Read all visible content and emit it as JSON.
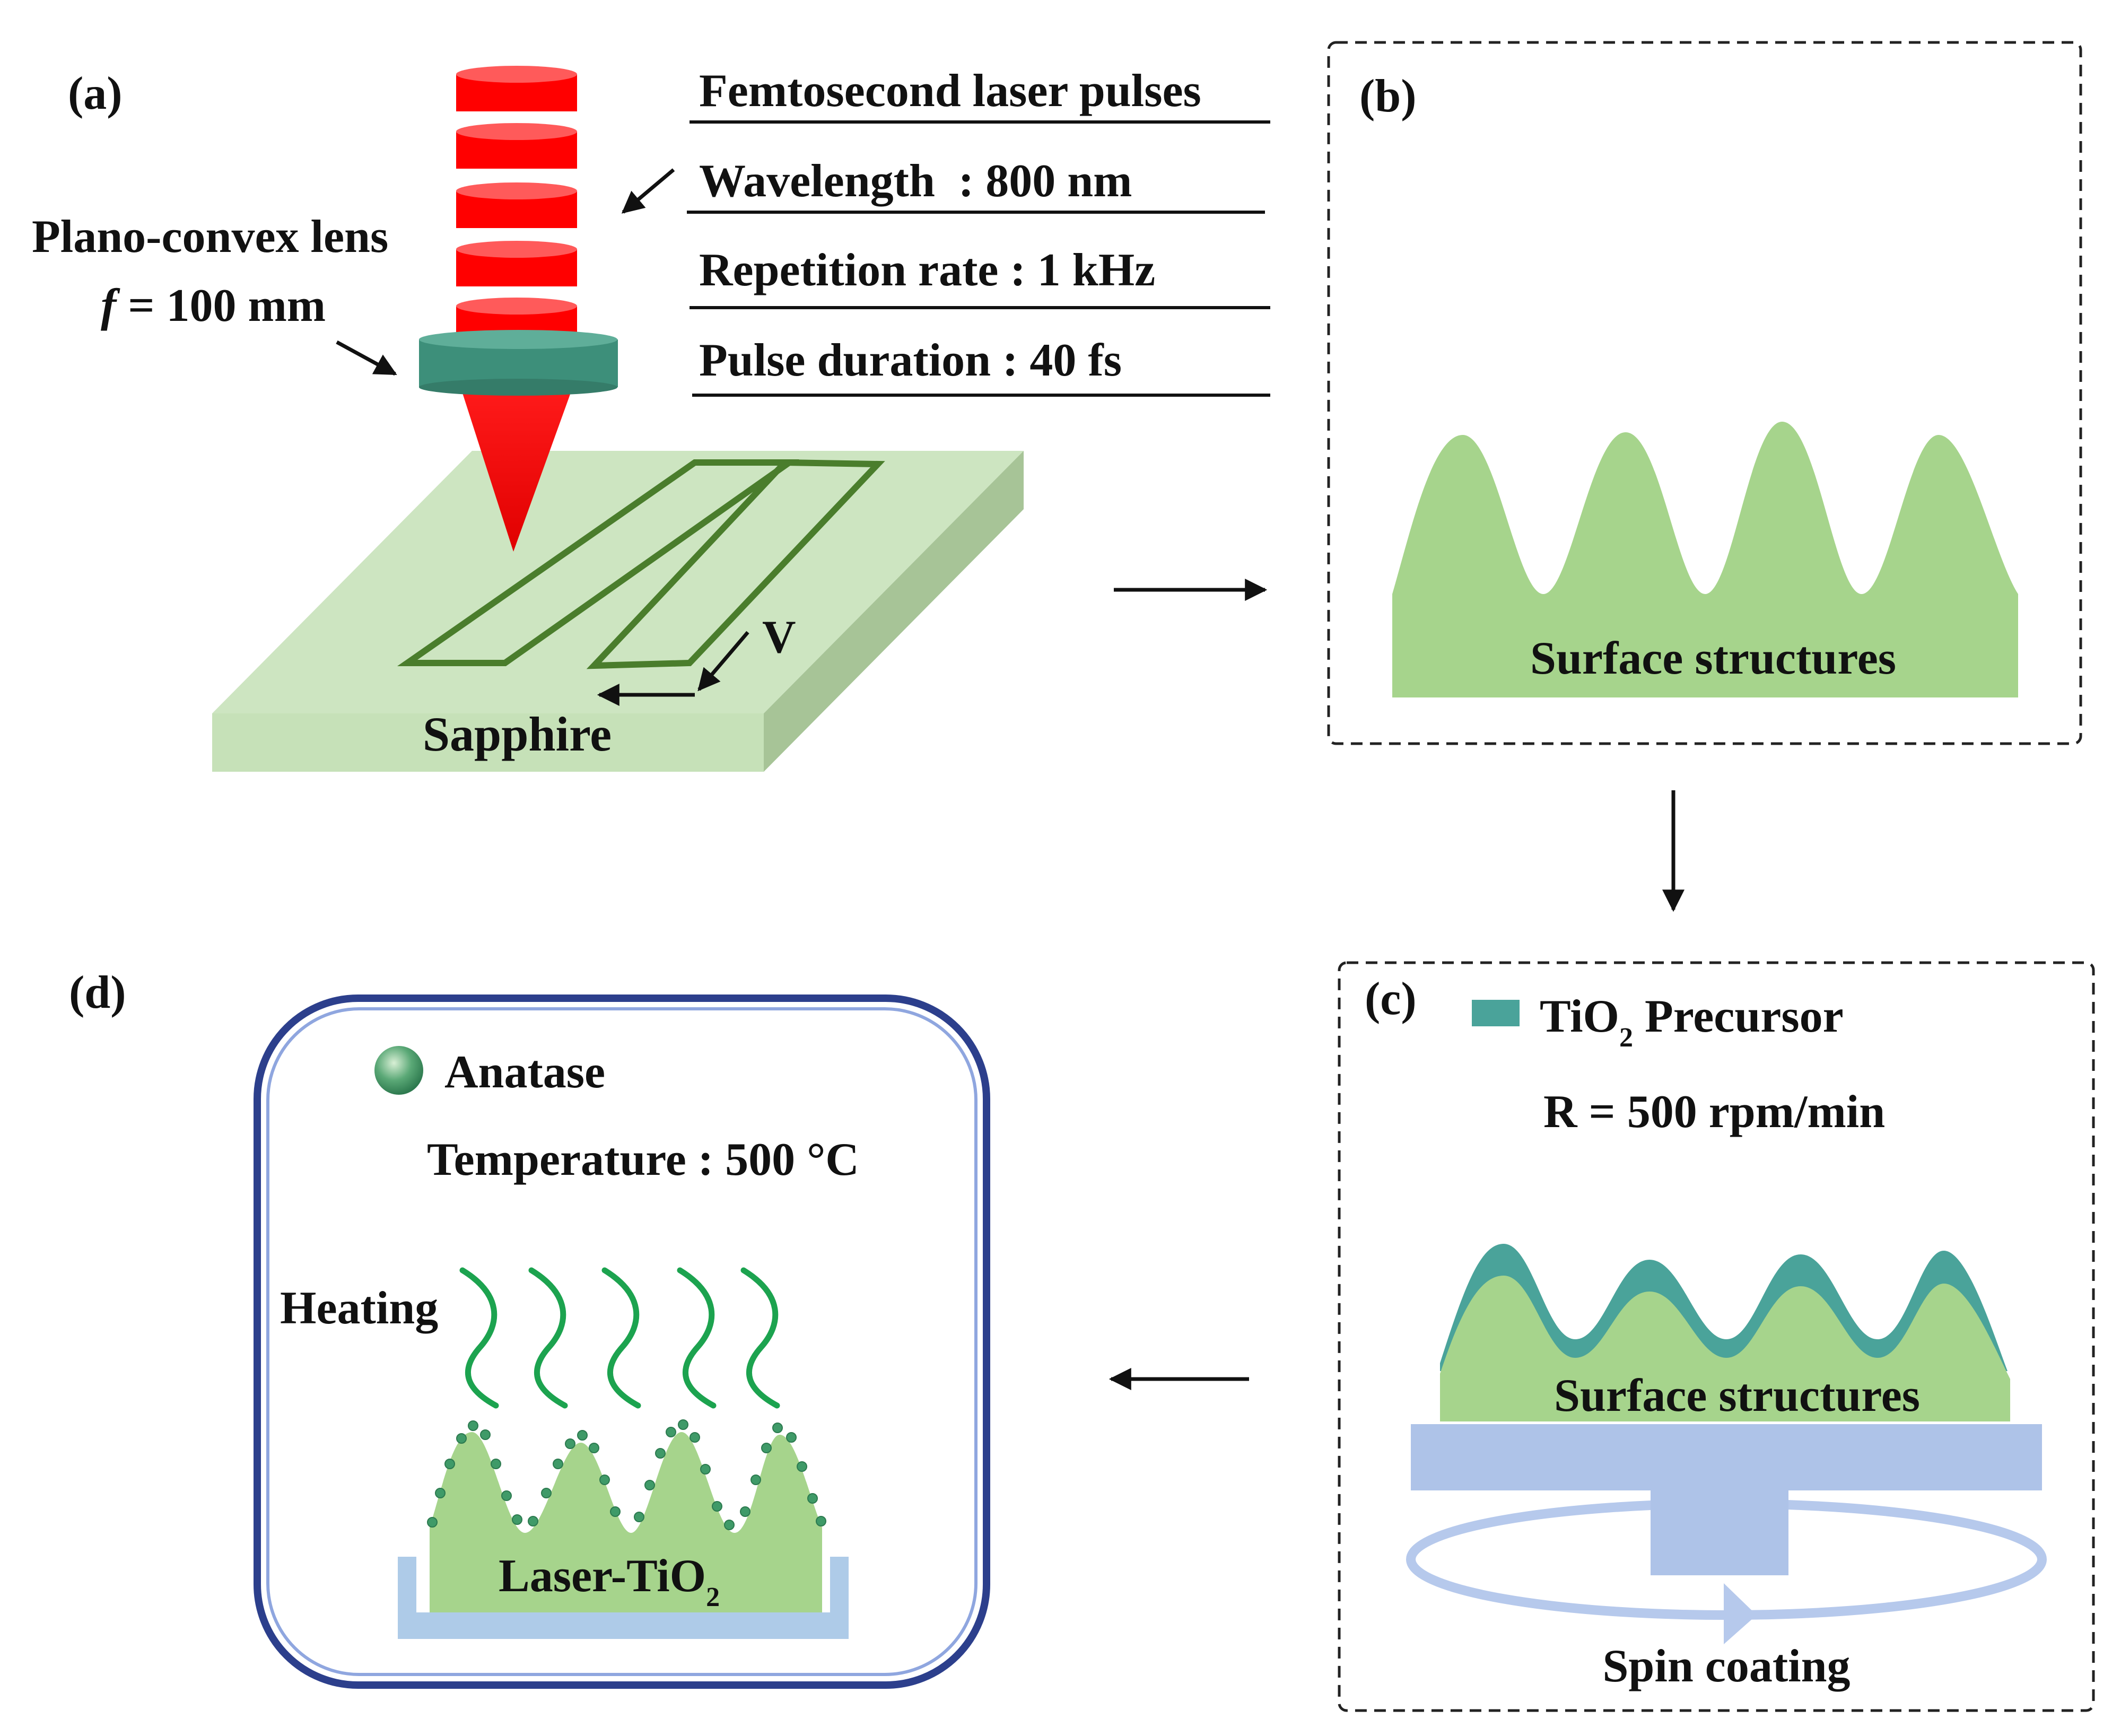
{
  "panel_a": {
    "label": "(a)",
    "laser_title": "Femtosecond laser pulses",
    "wavelength": "Wavelength  : 800 nm",
    "repetition": "Repetition rate : 1 kHz",
    "pulse_duration": "Pulse duration : 40 fs",
    "lens_name": "Plano-convex lens",
    "lens_f_symbol": "f",
    "lens_f_value": " = 100 mm",
    "velocity": "V",
    "substrate": "Sapphire"
  },
  "panel_b": {
    "label": "(b)",
    "structures": "Surface structures"
  },
  "panel_c": {
    "label": "(c)",
    "precursor_main": "TiO",
    "precursor_sub": "2",
    "precursor_rest": " Precursor",
    "speed": "R = 500 rpm/min",
    "structures": "Surface structures",
    "process": "Spin coating"
  },
  "panel_d": {
    "label": "(d)",
    "particle": "Anatase",
    "temperature": "Temperature : 500 °C",
    "heating": "Heating",
    "sample_main": "Laser-TiO",
    "sample_sub": "2"
  },
  "colors": {
    "laser_red": "#ff0000",
    "lens_teal": "#3d8f7a",
    "sapphire_green": "#cde5c1",
    "structure_green": "#a6d48c",
    "precursor_teal": "#4aa39a",
    "spin_blue": "#aec3e8",
    "heat_green": "#1ca34f",
    "frame_navy": "#2c3f8c"
  }
}
